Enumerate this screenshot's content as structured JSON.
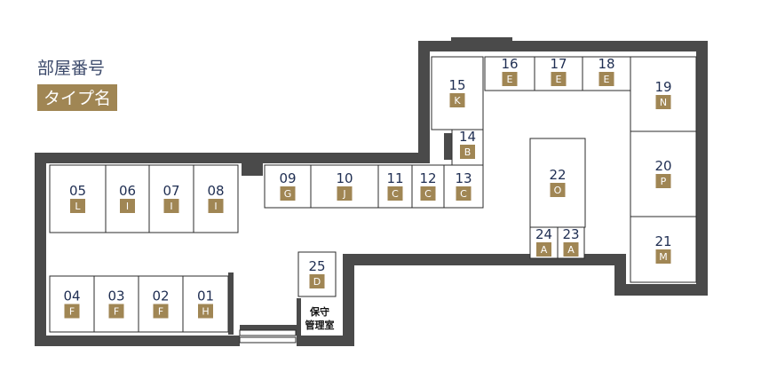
{
  "legend": {
    "number_label": "部屋番号",
    "type_label": "タイプ名"
  },
  "office_label": [
    "保守",
    "管理室"
  ],
  "rooms": [
    {
      "num": "05",
      "type": "L"
    },
    {
      "num": "06",
      "type": "I"
    },
    {
      "num": "07",
      "type": "I"
    },
    {
      "num": "08",
      "type": "I"
    },
    {
      "num": "09",
      "type": "G"
    },
    {
      "num": "10",
      "type": "J"
    },
    {
      "num": "11",
      "type": "C"
    },
    {
      "num": "12",
      "type": "C"
    },
    {
      "num": "13",
      "type": "C"
    },
    {
      "num": "14",
      "type": "B"
    },
    {
      "num": "15",
      "type": "K"
    },
    {
      "num": "16",
      "type": "E"
    },
    {
      "num": "17",
      "type": "E"
    },
    {
      "num": "18",
      "type": "E"
    },
    {
      "num": "19",
      "type": "N"
    },
    {
      "num": "20",
      "type": "P"
    },
    {
      "num": "21",
      "type": "M"
    },
    {
      "num": "22",
      "type": "O"
    },
    {
      "num": "23",
      "type": "A"
    },
    {
      "num": "24",
      "type": "A"
    },
    {
      "num": "25",
      "type": "D"
    },
    {
      "num": "04",
      "type": "F"
    },
    {
      "num": "03",
      "type": "F"
    },
    {
      "num": "02",
      "type": "F"
    },
    {
      "num": "01",
      "type": "H"
    }
  ],
  "colors": {
    "wall": "#4a4a4a",
    "badge": "#a08654",
    "number": "#1f2e52"
  }
}
